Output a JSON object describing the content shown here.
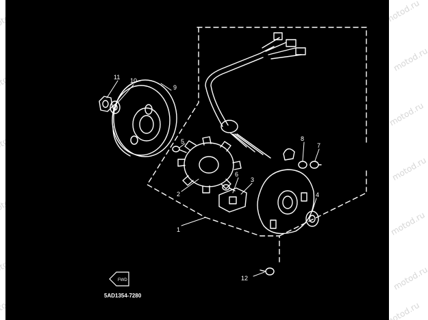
{
  "watermark": "motod.ru",
  "colors": {
    "background": "#000000",
    "line": "#ffffff",
    "page": "#ffffff",
    "watermark": "#d6d6d6"
  },
  "callouts": [
    "1",
    "2",
    "3",
    "4",
    "5",
    "6",
    "7",
    "8",
    "9",
    "10",
    "11",
    "12"
  ],
  "diagram_code": "5AD1354-7280",
  "fwd_badge": "FWD"
}
